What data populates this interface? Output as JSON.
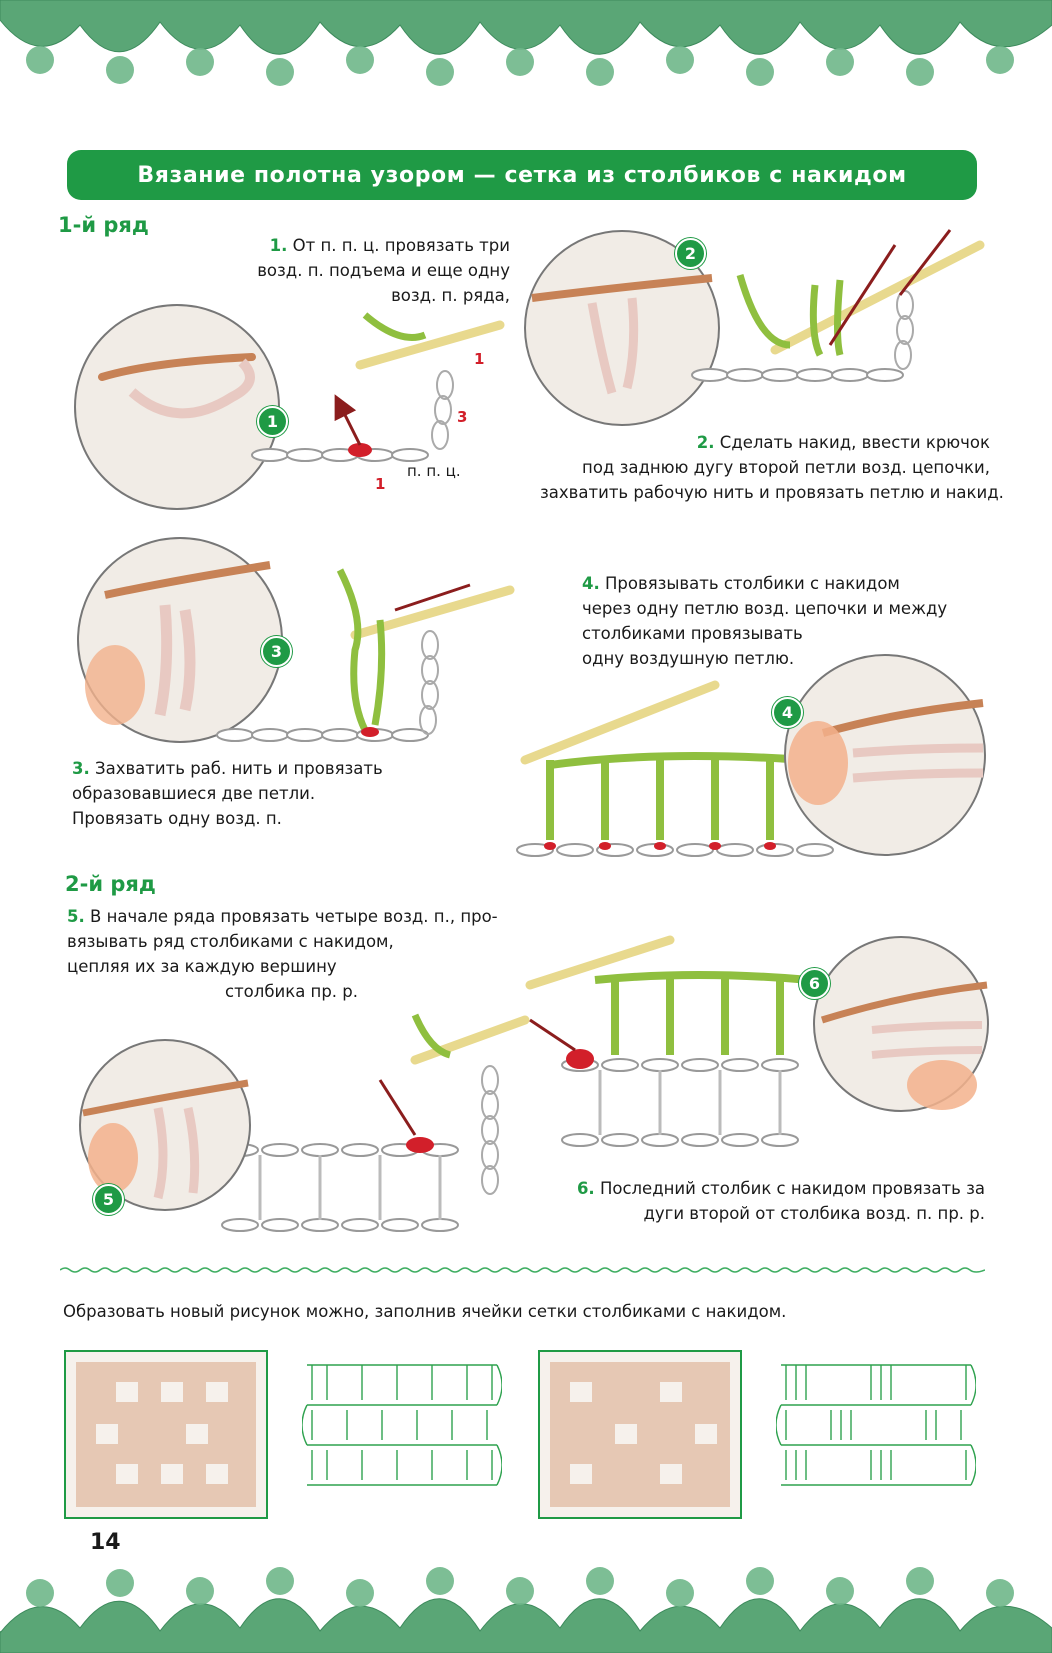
{
  "title": "Вязание полотна узором — сетка из столбиков с накидом",
  "row1_heading": "1-й ряд",
  "row2_heading": "2-й ряд",
  "steps": [
    {
      "num": "1.",
      "lines": [
        "От п. п. ц. провязать три",
        "возд. п. подъема и еще одну",
        "возд. п. ряда,"
      ]
    },
    {
      "num": "2.",
      "lines": [
        "Сделать накид, ввести крючок",
        "под заднюю дугу второй петли возд. цепочки,",
        "захватить рабочую нить и провязать петлю и накид."
      ]
    },
    {
      "num": "3.",
      "lines": [
        "Захватить раб. нить и провязать",
        "образовавшиеся две петли.",
        "Провязать одну возд. п."
      ]
    },
    {
      "num": "4.",
      "lines": [
        "Провязывать столбики с накидом",
        "через одну петлю возд. цепочки и между",
        "столбиками провязывать",
        "одну воздушную петлю."
      ]
    },
    {
      "num": "5.",
      "lines": [
        "В начале ряда провязать четыре возд. п., про-",
        "вязывать ряд столбиками с накидом,",
        "цепляя их за каждую вершину",
        "столбика пр. р."
      ]
    },
    {
      "num": "6.",
      "lines": [
        "Последний столбик с накидом провязать за",
        "дуги второй от столбика возд. п. пр. р."
      ]
    }
  ],
  "badges": [
    "1",
    "2",
    "3",
    "4",
    "5",
    "6"
  ],
  "callouts": {
    "label_ppc": "п. п. ц.",
    "marker_1": "1",
    "marker_3": "3"
  },
  "note": "Образовать новый рисунок можно, заполнив ячейки сетки столбиками с накидом.",
  "page_number": "14",
  "colors": {
    "accent": "#1f9a45",
    "marker": "#d21f2a",
    "yarn_green": "#8fbf3f",
    "hook": "#f3e6a0",
    "lace": "#5aa676"
  },
  "icons": [
    "crochet-hook-icon",
    "arrow-icon",
    "chain-stitch-icon",
    "lace-border-icon"
  ]
}
